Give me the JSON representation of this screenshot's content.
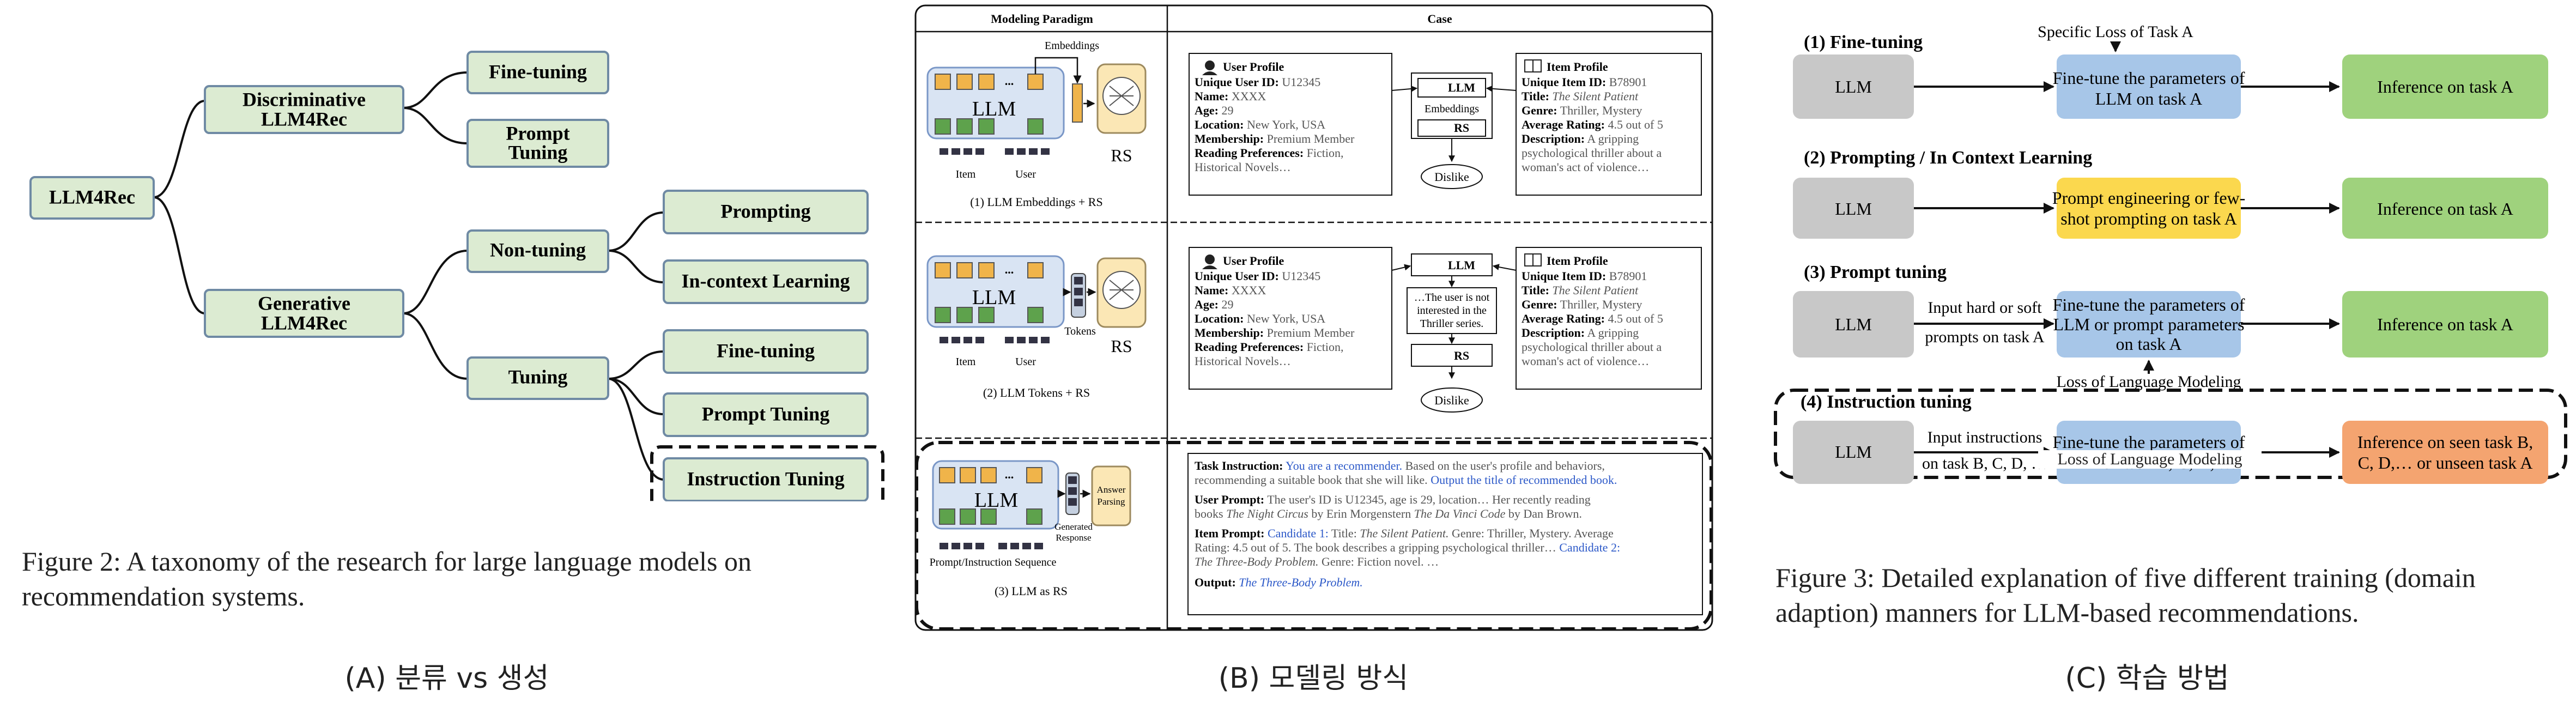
{
  "panel_a": {
    "root": "LLM4Rec",
    "disc": "Discriminative LLM4Rec",
    "disc_l1": "Discriminative",
    "disc_l2": "LLM4Rec",
    "gen_l1": "Generative",
    "gen_l2": "LLM4Rec",
    "disc_children": [
      "Fine-tuning",
      "Prompt",
      "Tuning"
    ],
    "non_tuning": "Non-tuning",
    "tuning": "Tuning",
    "non_tuning_children": [
      "Prompting",
      "In-context Learning"
    ],
    "tuning_children": [
      "Fine-tuning",
      "Prompt Tuning",
      "Instruction Tuning"
    ],
    "caption_l1": "Figure 2: A taxonomy of the research for large language models on",
    "caption_l2": "recommendation systems.",
    "label": "(A) 분류 vs 생성"
  },
  "panel_b": {
    "header_left": "Modeling Paradigm",
    "header_right": "Case",
    "llm": "LLM",
    "rs": "RS",
    "embeddings": "Embeddings",
    "tokens": "Tokens",
    "item": "Item",
    "user": "User",
    "dots": "...",
    "row1_caption": "(1) LLM Embeddings + RS",
    "row2_caption": "(2) LLM Tokens + RS",
    "row3_caption": "(3) LLM as RS",
    "generated": "Generated",
    "response": "Response",
    "answer": "Answer",
    "parsing": "Parsing",
    "prompt_seq": "Prompt/Instruction Sequence",
    "user_profile": {
      "title": "User Profile",
      "id_k": "Unique User ID:",
      "id_v": "U12345",
      "name_k": "Name:",
      "name_v": "XXXX",
      "age_k": "Age:",
      "age_v": "29",
      "loc_k": "Location:",
      "loc_v": "New York, USA",
      "mem_k": "Membership:",
      "mem_v": "Premium Member",
      "pref_k": "Reading Preferences:",
      "pref_v1": "Fiction,",
      "pref_v2": "Historical Novels…"
    },
    "item_profile": {
      "title": "Item Profile",
      "id_k": "Unique Item ID:",
      "id_v": "B78901",
      "title_k": "Title:",
      "title_v": "The Silent Patient",
      "genre_k": "Genre:",
      "genre_v": "Thriller, Mystery",
      "rating_k": "Average Rating:",
      "rating_v": "4.5 out of 5",
      "desc_k": "Description:",
      "desc_v1": "A gripping",
      "desc_v2": "psychological thriller about a",
      "desc_v3": "woman's act of violence…"
    },
    "dislike": "Dislike",
    "not_interested_1": "…The user is not",
    "not_interested_2": "interested in the",
    "not_interested_3": "Thriller series.",
    "task_instruction": {
      "k": "Task Instruction:",
      "blue1": "You are a recommender.",
      "t1": "Based on the user's profile and behaviors,",
      "t2": "recommending a suitable book that she will like.",
      "blue2": "Output the title of recommended book."
    },
    "user_prompt": {
      "k": "User Prompt:",
      "t1": "The user's ID is U12345, age is 29, location… Her recently reading",
      "t2a": "books",
      "b1": "The Night Circus",
      "t2b": "by Erin Morgenstern",
      "b2": "The Da Vinci Code",
      "t2c": "by Dan Brown."
    },
    "item_prompt": {
      "k": "Item Prompt:",
      "c1": "Candidate 1:",
      "t1a": "Title:",
      "t1b": "The Silent Patient.",
      "t1c": "Genre: Thriller, Mystery. Average",
      "t2": "Rating: 4.5 out of 5. The book describes a gripping psychological thriller…",
      "c2": "Candidate 2:",
      "t3a": "The Three-Body Problem.",
      "t3b": "Genre: Fiction novel. …"
    },
    "output": {
      "k": "Output:",
      "v": "The Three-Body Problem."
    },
    "label": "(B) 모델링 방식"
  },
  "panel_c": {
    "s1": "(1) Fine-tuning",
    "s2": "(2) Prompting / In Context Learning",
    "s3": "(3) Prompt tuning",
    "s4": "(4) Instruction tuning",
    "llm": "LLM",
    "specific_loss": "Specific Loss of Task A",
    "ft_a_1": "Fine-tune the parameters of",
    "ft_a_2": "LLM on task A",
    "inf_a": "Inference on task A",
    "pe_1": "Prompt engineering or few-",
    "pe_2": "shot prompting on task A",
    "input_soft_1": "Input hard or soft",
    "input_soft_2": "prompts on task A",
    "ft_p_1": "Fine-tune the parameters of",
    "ft_p_2": "LLM or prompt parameters",
    "ft_p_3": "on task A",
    "loss_lm": "Loss of Language Modeling",
    "input_instr_1": "Input instructions",
    "input_instr_2": "on task B, C, D, …",
    "ft_i_1": "Fine-tune the parameters of",
    "ft_i_2": "LLM on task B, C, D, …",
    "inf_seen_1": "Inference on seen task B,",
    "inf_seen_2": "C, D,… or unseen task A",
    "caption_l1": "Figure 3:  Detailed explanation of five different training (domain",
    "caption_l2": "adaption) manners for LLM-based recommendations.",
    "label": "(C) 학습 방법",
    "colors": {
      "gray": "#c8c8c8",
      "blue": "#a7c6e8",
      "green": "#9fd27d",
      "yellow": "#fbd84e",
      "orange": "#f4a470"
    }
  }
}
